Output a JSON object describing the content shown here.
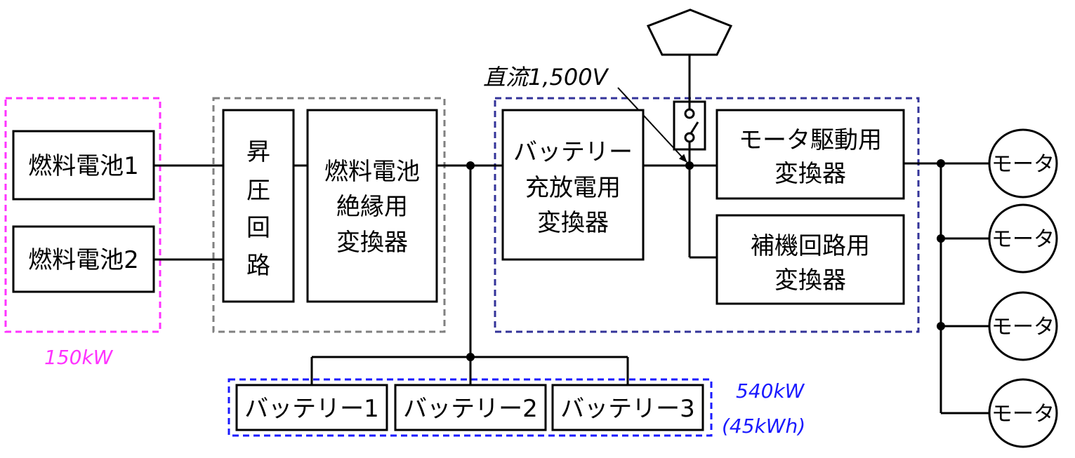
{
  "groups": {
    "fuel_cells": {
      "label": "150kW",
      "color": "#ff33ff"
    },
    "converters": {
      "color": "#808080"
    },
    "drive": {
      "color": "#333399"
    },
    "batteries": {
      "label_line1": "540kW",
      "label_line2": "(45kWh)",
      "color": "#1a1aff"
    }
  },
  "blocks": {
    "fuel_cell_1": "燃料電池1",
    "fuel_cell_2": "燃料電池2",
    "boost": [
      "昇",
      "圧",
      "回",
      "路"
    ],
    "fc_isolation": [
      "燃料電池",
      "絶縁用",
      "変換器"
    ],
    "battery_charge": [
      "バッテリー",
      "充放電用",
      "変換器"
    ],
    "motor_drive": [
      "モータ駆動用",
      "変換器"
    ],
    "auxiliary": [
      "補機回路用",
      "変換器"
    ],
    "battery_1": "バッテリー1",
    "battery_2": "バッテリー2",
    "battery_3": "バッテリー3"
  },
  "dc_bus_label": "直流1,500V",
  "motors": [
    "モータ",
    "モータ",
    "モータ",
    "モータ"
  ],
  "colors": {
    "line": "#000000"
  }
}
